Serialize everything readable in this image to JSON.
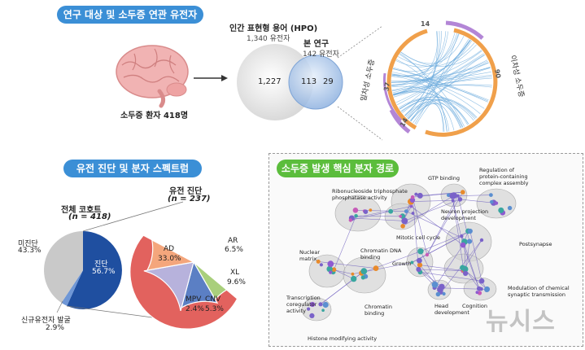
{
  "top": {
    "banner": "연구 대상 및 소두증 연관 유전자",
    "patients_label": "소두증 환자 418명",
    "venn": {
      "hpo_title": "인간 표현형 용어 (HPO)",
      "hpo_count": "1,340 유전자",
      "study_title": "본 연구",
      "study_count": "142 유전자",
      "only_hpo": "1,227",
      "overlap": "113",
      "only_study": "29"
    },
    "chord": {
      "right_label": "이차성 소두증",
      "left_label": "일차성 소두증",
      "n_top": "14",
      "n_right": "90",
      "n_left": "37",
      "n_bottom": "14"
    }
  },
  "spectrum": {
    "banner": "유전 진단 및 분자 스펙트럼",
    "cohort_title": "전체 코호트",
    "cohort_n": "(n = 418)",
    "dx_title": "유전 진단",
    "dx_n": "(n = 237)",
    "undiagnosed_label": "미진단",
    "undiagnosed_pct": "43.3%",
    "diagnosed_label": "진단",
    "diagnosed_pct": "56.7%",
    "novel_label": "신규유전자 발굴",
    "novel_pct": "2.9%",
    "ad_label": "AD",
    "ad_pct": "33.0%",
    "ar_label": "AR",
    "ar_pct": "6.5%",
    "xl_label": "XL",
    "xl_pct": "9.6%",
    "cnv_label": "CNV",
    "cnv_pct": "5.3%",
    "mpv_label": "MPV",
    "mpv_pct": "2.4%"
  },
  "pathways": {
    "banner": "소두증 발생 핵심 분자 경로",
    "labels": {
      "gtp": "GTP binding",
      "regulation": "Regulation of\nprotein-containing\ncomplex assembly",
      "ribonucleoside": "Ribonucleoside triphosphate\nphosphatase activity",
      "neuron_projection": "Neuron projection\ndevelopment",
      "mitotic": "Mitotic cell cycle",
      "postsynapse": "Postsynapse",
      "nuclear_matrix": "Nuclear\nmatrix",
      "chromatin_dna": "Chromatin DNA\nbinding",
      "growth": "Growth",
      "transcription": "Transcription\ncoregulator\nactivity",
      "chromatin": "Chromatin\nbinding",
      "head_dev": "Head\ndevelopment",
      "cognition": "Cognition",
      "modulation": "Modulation of chemical\nsynaptic transmission",
      "histone": "Histone modifying activity"
    }
  },
  "watermark": "뉴시스",
  "colors": {
    "banner_blue": "#3b8fd6",
    "banner_green": "#5bbd3c",
    "pie_blue": "#1f4fa0",
    "pie_grey": "#c9c9c9",
    "ad_red": "#e2625e",
    "ar_orange": "#f4a67c",
    "xl_lavender": "#b7b2dc",
    "cnv_blue": "#5b7fc4",
    "mpv_green": "#a9cf7c",
    "chord_orange": "#f0a04b",
    "chord_purple": "#b386d6"
  }
}
